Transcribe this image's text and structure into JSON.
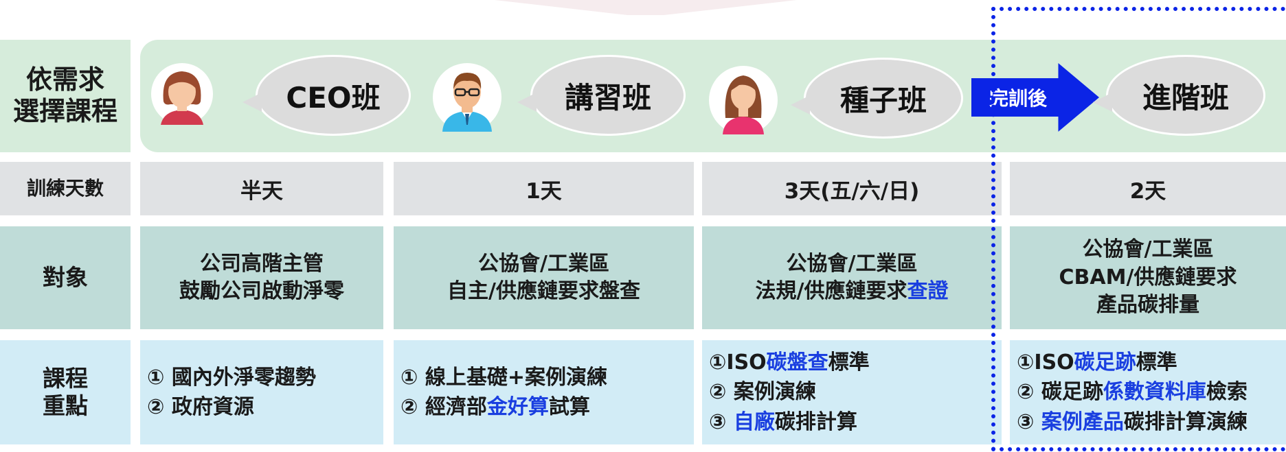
{
  "labels": {
    "choose": [
      "依需求",
      "選擇課程"
    ],
    "days": "訓練天數",
    "target": "對象",
    "focus": [
      "課程",
      "重點"
    ]
  },
  "classes": [
    {
      "name": "CEO班",
      "avatar": "woman-short-hair-avatar"
    },
    {
      "name": "講習班",
      "avatar": "man-glasses-avatar"
    },
    {
      "name": "種子班",
      "avatar": "woman-long-hair-avatar"
    },
    {
      "name": "進階班"
    }
  ],
  "arrow": {
    "label": "完訓後"
  },
  "days": [
    "半天",
    "1天",
    "3天(五/六/日)",
    "2天"
  ],
  "targets": [
    [
      "公司高階主管",
      "鼓勵公司啟動淨零"
    ],
    [
      "公協會/工業區",
      "自主/供應鏈要求盤查"
    ],
    [
      "公協會/工業區",
      "法規/供應鏈要求",
      "查證"
    ],
    [
      "公協會/工業區",
      "CBAM/供應鏈要求",
      "產品碳排量"
    ]
  ],
  "focus": {
    "c1": [
      "① 國內外淨零趨勢",
      "② 政府資源"
    ],
    "c2": [
      "① 線上基礎+案例演練",
      "② 經濟部",
      "金好算",
      "試算"
    ],
    "c3": [
      "①ISO",
      "碳盤查",
      "標準",
      "② 案例演練",
      "③ ",
      "自廠",
      "碳排計算"
    ],
    "c4": [
      "①ISO",
      "碳足跡",
      "標準",
      "② 碳足跡",
      "係數資料庫",
      "檢索",
      "③ ",
      "案例產品",
      "碳排計算演練"
    ]
  },
  "colors": {
    "highlight": "#1a3fe0",
    "arrow": "#0b24e6",
    "banner": "#d6ecdb",
    "days_row": "#e0e2e4",
    "target_row": "#bfdcd8",
    "focus_row": "#d2ecf6"
  }
}
